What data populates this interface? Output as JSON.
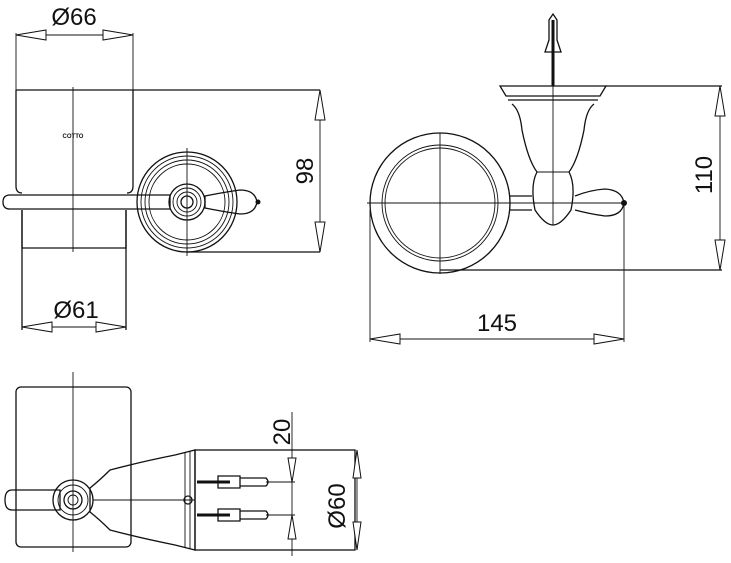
{
  "drawing": {
    "logo_text": "COTTO",
    "dimensions": {
      "top_cup_diameter": "Ø66",
      "bottom_cup_diameter": "Ø61",
      "front_height": "98",
      "side_height": "110",
      "side_width": "145",
      "screw_spacing": "20",
      "base_diameter": "Ø60"
    }
  }
}
